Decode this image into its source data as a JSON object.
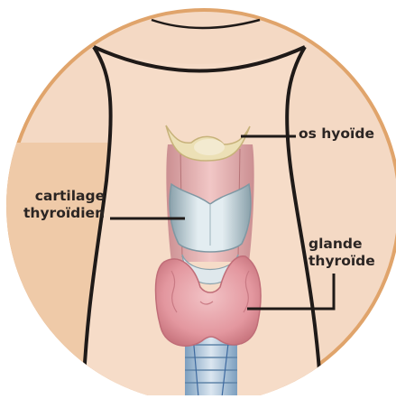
{
  "colors": {
    "background": "#ffffff",
    "circle_fill": "#f4d9c4",
    "circle_border": "#e0a46b",
    "skin": "#f6dcc8",
    "outline": "#1f1a18",
    "hyoid": "#ece0b6",
    "cartilage": "#c9d7dd",
    "thyroid_gland": "#e8a6ac",
    "trachea": "#8fb3d3"
  },
  "labels": {
    "hyoid": {
      "line1": "os hyoïde"
    },
    "thyroid_cartilage": {
      "line1": "cartilage",
      "line2": "thyroïdien"
    },
    "thyroid_gland": {
      "line1": "glande",
      "line2": "thyroïde"
    }
  }
}
